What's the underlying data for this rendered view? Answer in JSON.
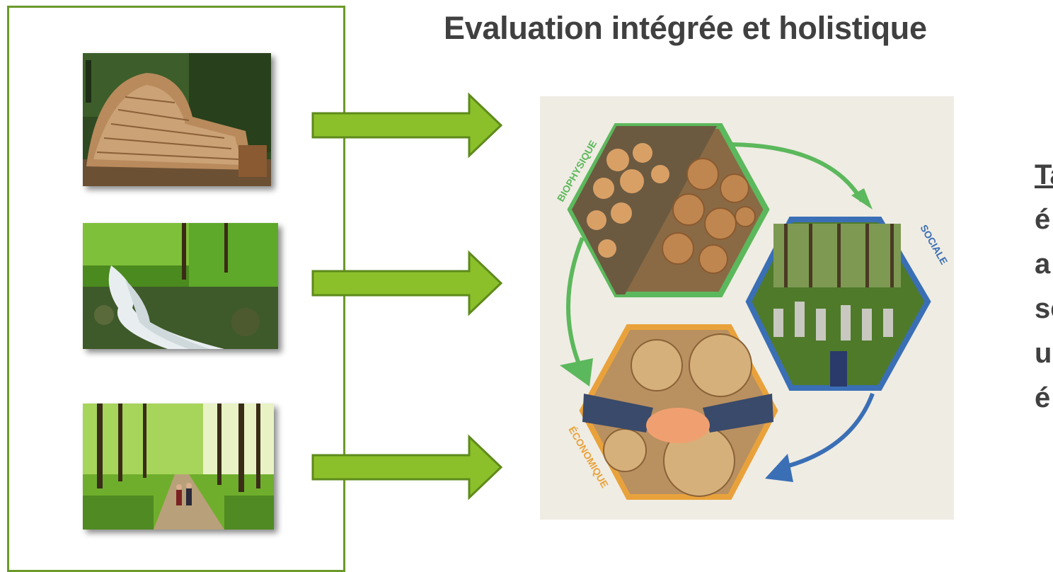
{
  "title": "Evaluation intégrée et holistique",
  "photos": [
    {
      "icon": "wood-pile-photo"
    },
    {
      "icon": "forest-stream-photo"
    },
    {
      "icon": "forest-path-walkers-photo"
    }
  ],
  "diagram": {
    "labels": {
      "biophysique": "BIOPHYSIQUE",
      "sociale": "SOCIALE",
      "economique": "ÉCONOMIQUE"
    },
    "colors": {
      "biophysique": "#5cb85c",
      "sociale": "#3a6fb5",
      "economique": "#e9a23b"
    }
  },
  "side_text": {
    "lines": [
      "Ta",
      "é",
      "a",
      "se",
      "u",
      "é"
    ]
  },
  "colors": {
    "panel_border": "#6b9a2a",
    "arrow_fill": "#8bc02a",
    "arrow_stroke": "#5e8a1c"
  }
}
